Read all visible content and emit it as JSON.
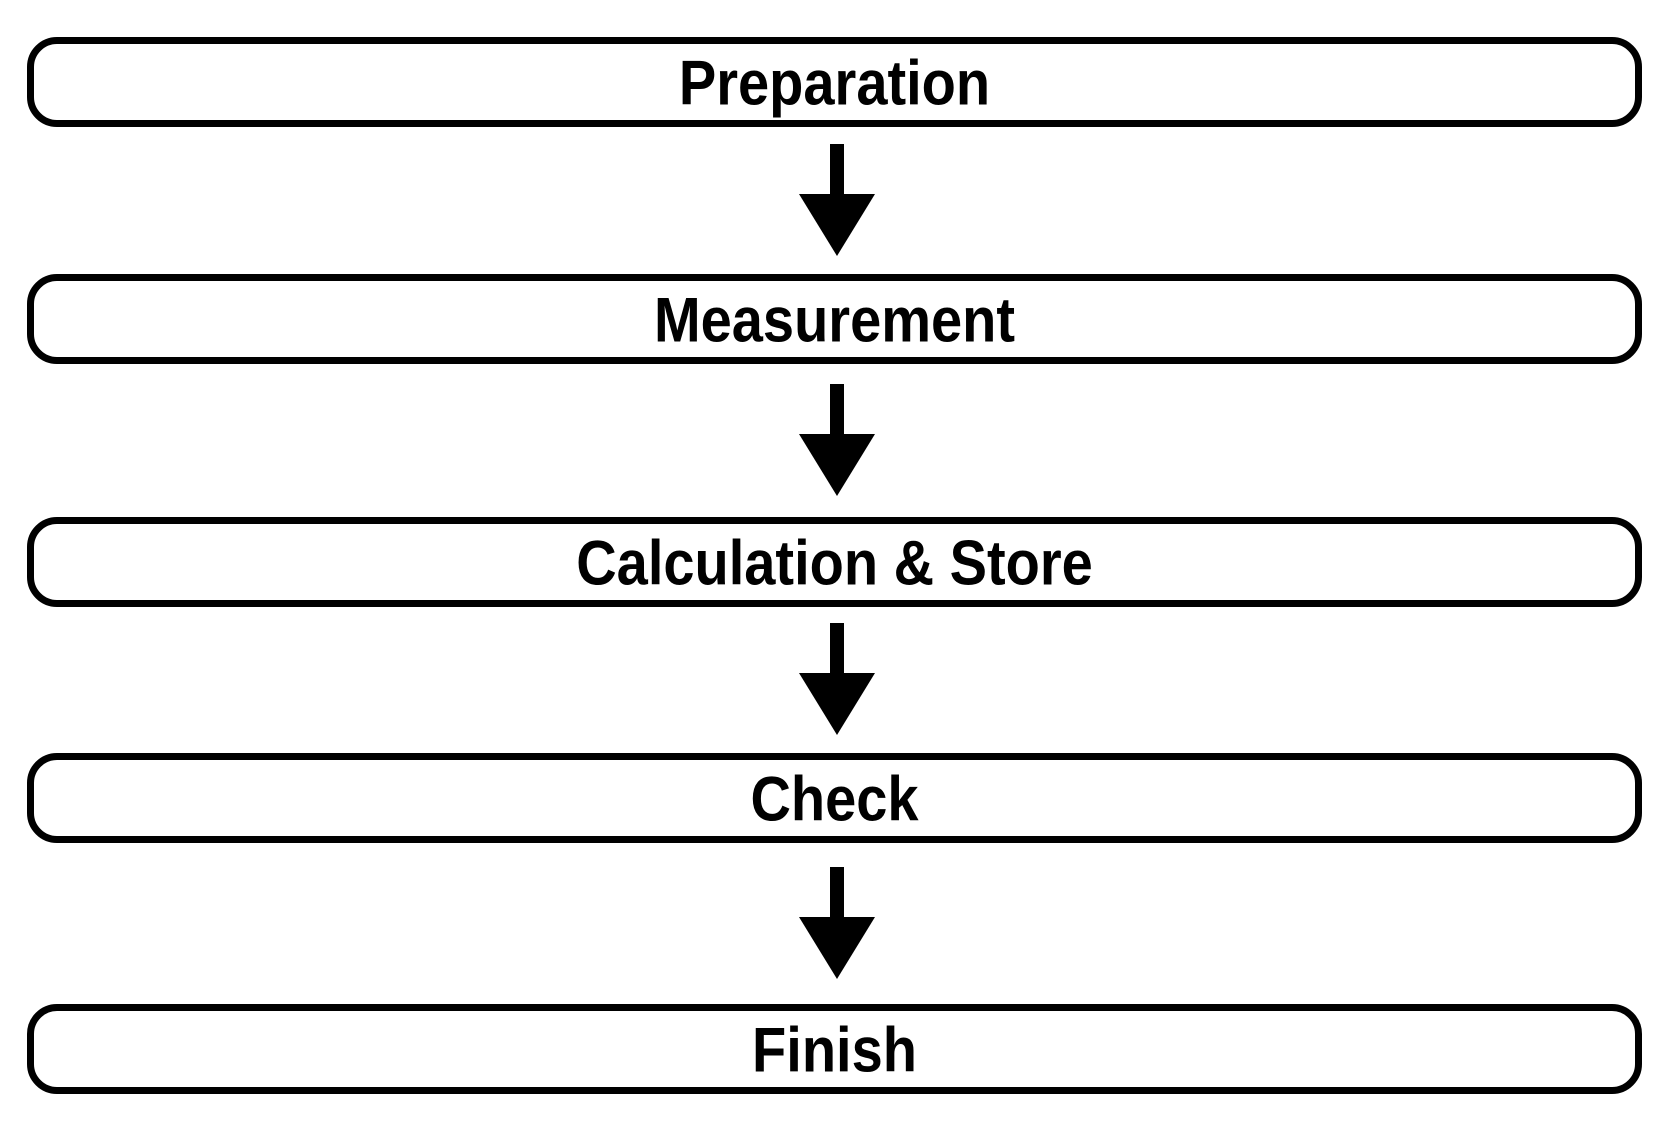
{
  "figure": {
    "type": "flowchart",
    "background_color": "#ffffff",
    "node_fill_color": "#ffffff",
    "node_border_color": "#000000",
    "text_color": "#000000",
    "arrow_color": "#000000",
    "nodes": [
      {
        "id": "preparation",
        "label": "Preparation"
      },
      {
        "id": "measurement",
        "label": "Measurement"
      },
      {
        "id": "calculation-store",
        "label": "Calculation & Store"
      },
      {
        "id": "check",
        "label": "Check"
      },
      {
        "id": "finish",
        "label": "Finish"
      }
    ],
    "edges": [
      {
        "from": "preparation",
        "to": "measurement",
        "direction": "down"
      },
      {
        "from": "measurement",
        "to": "calculation-store",
        "direction": "down"
      },
      {
        "from": "calculation-store",
        "to": "check",
        "direction": "down"
      },
      {
        "from": "check",
        "to": "finish",
        "direction": "down"
      }
    ]
  }
}
